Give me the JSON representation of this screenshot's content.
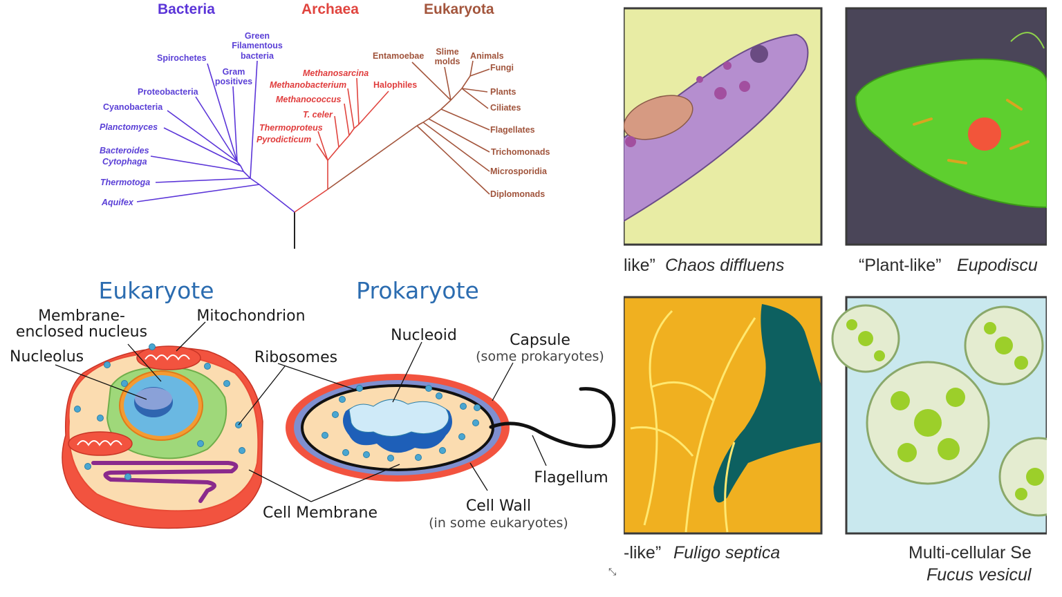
{
  "tree": {
    "domains": {
      "bacteria": "Bacteria",
      "archaea": "Archaea",
      "eukaryota": "Eukaryota"
    },
    "bacteria": {
      "green_line1": "Green",
      "green_line2": "Filamentous",
      "green_line3": "bacteria",
      "spirochetes": "Spirochetes",
      "gram_line1": "Gram",
      "gram_line2": "positives",
      "proteobacteria": "Proteobacteria",
      "cyanobacteria": "Cyanobacteria",
      "planctomyces": "Planctomyces",
      "bacteroides": "Bacteroides",
      "cytophaga": "Cytophaga",
      "thermotoga": "Thermotoga",
      "aquifex": "Aquifex"
    },
    "archaea": {
      "methanosarcina": "Methanosarcina",
      "methanobacterium": "Methanobacterium",
      "halophiles": "Halophiles",
      "methanococcus": "Methanococcus",
      "tceler": "T. celer",
      "thermoproteus": "Thermoproteus",
      "pyrodicticum": "Pyrodicticum"
    },
    "eukaryota": {
      "entamoebae": "Entamoebae",
      "slime_line1": "Slime",
      "slime_line2": "molds",
      "animals": "Animals",
      "fungi": "Fungi",
      "plants": "Plants",
      "ciliates": "Ciliates",
      "flagellates": "Flagellates",
      "trichomonads": "Trichomonads",
      "microsporidia": "Microsporidia",
      "diplomonads": "Diplomonads"
    },
    "colors": {
      "bacteria": "#5b35d8",
      "archaea": "#e0443e",
      "eukaryota": "#a3553c"
    }
  },
  "cells": {
    "eukaryote_title": "Eukaryote",
    "prokaryote_title": "Prokaryote",
    "membrane_line1": "Membrane-",
    "membrane_line2": "enclosed nucleus",
    "mitochondrion": "Mitochondrion",
    "nucleolus": "Nucleolus",
    "ribosomes": "Ribosomes",
    "nucleoid": "Nucleoid",
    "capsule": "Capsule",
    "capsule_note": "(some prokaryotes)",
    "flagellum": "Flagellum",
    "cell_membrane": "Cell Membrane",
    "cell_wall": "Cell Wall",
    "cell_wall_note": "(in some eukaryotes)"
  },
  "gallery": {
    "caption1_pre": "like”",
    "caption1_name": "Chaos diffluens",
    "caption2_pre": "“Plant-like”",
    "caption2_name": "Eupodiscu",
    "caption3_pre": "-like”",
    "caption3_name": "Fuligo septica",
    "caption4_line1": "Multi-cellular Se",
    "caption4_name": "Fucus vesicul"
  }
}
